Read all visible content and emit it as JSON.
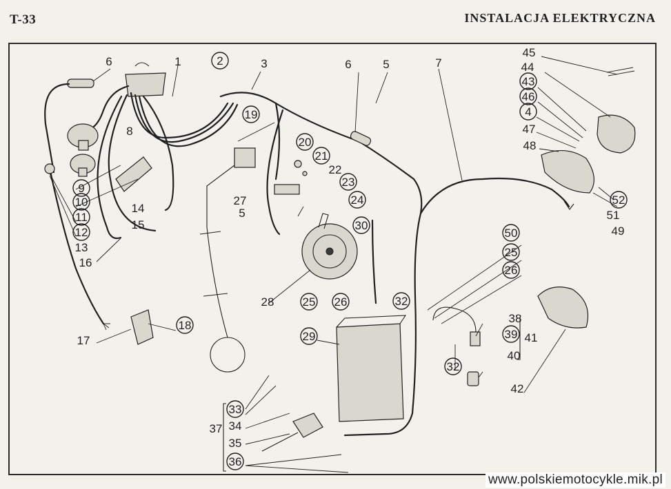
{
  "header": {
    "page_code": "T-33",
    "title": "INSTALACJA ELEKTRYCZNA"
  },
  "footer": {
    "website": "www.polskiemotocykle.mik.pl"
  },
  "callouts": [
    {
      "id": "c1",
      "text": "6",
      "circled": false
    },
    {
      "id": "c2",
      "text": "1",
      "circled": false
    },
    {
      "id": "c3",
      "text": "2",
      "circled": true
    },
    {
      "id": "c4",
      "text": "3",
      "circled": false
    },
    {
      "id": "c5",
      "text": "6",
      "circled": false
    },
    {
      "id": "c6",
      "text": "5",
      "circled": false
    },
    {
      "id": "c7",
      "text": "7",
      "circled": false
    },
    {
      "id": "c8",
      "text": "45",
      "circled": false
    },
    {
      "id": "c9",
      "text": "44",
      "circled": false
    },
    {
      "id": "c10",
      "text": "43",
      "circled": true
    },
    {
      "id": "c11",
      "text": "46",
      "circled": true
    },
    {
      "id": "c12",
      "text": "4",
      "circled": true
    },
    {
      "id": "c13",
      "text": "47",
      "circled": false
    },
    {
      "id": "c14",
      "text": "48",
      "circled": false
    },
    {
      "id": "c15",
      "text": "8",
      "circled": false
    },
    {
      "id": "c16",
      "text": "19",
      "circled": true
    },
    {
      "id": "c17",
      "text": "20",
      "circled": true
    },
    {
      "id": "c18",
      "text": "21",
      "circled": true
    },
    {
      "id": "c19",
      "text": "22",
      "circled": false
    },
    {
      "id": "c20",
      "text": "23",
      "circled": true
    },
    {
      "id": "c21",
      "text": "24",
      "circled": true
    },
    {
      "id": "c22",
      "text": "9",
      "circled": true
    },
    {
      "id": "c23",
      "text": "10",
      "circled": true
    },
    {
      "id": "c24",
      "text": "11",
      "circled": true
    },
    {
      "id": "c25",
      "text": "12",
      "circled": true
    },
    {
      "id": "c26",
      "text": "13",
      "circled": false
    },
    {
      "id": "c27",
      "text": "14",
      "circled": false
    },
    {
      "id": "c28",
      "text": "15",
      "circled": false
    },
    {
      "id": "c29",
      "text": "16",
      "circled": false
    },
    {
      "id": "c30",
      "text": "27",
      "circled": false
    },
    {
      "id": "c31",
      "text": "5",
      "circled": false
    },
    {
      "id": "c32",
      "text": "30",
      "circled": true
    },
    {
      "id": "c33",
      "text": "52",
      "circled": true
    },
    {
      "id": "c34",
      "text": "51",
      "circled": false
    },
    {
      "id": "c35",
      "text": "49",
      "circled": false
    },
    {
      "id": "c36",
      "text": "50",
      "circled": true
    },
    {
      "id": "c37",
      "text": "25",
      "circled": true
    },
    {
      "id": "c38",
      "text": "26",
      "circled": true
    },
    {
      "id": "c39",
      "text": "28",
      "circled": false
    },
    {
      "id": "c40",
      "text": "25",
      "circled": true
    },
    {
      "id": "c41",
      "text": "26",
      "circled": true
    },
    {
      "id": "c42",
      "text": "32",
      "circled": true
    },
    {
      "id": "c43",
      "text": "18",
      "circled": true
    },
    {
      "id": "c44",
      "text": "17",
      "circled": false
    },
    {
      "id": "c45",
      "text": "29",
      "circled": true
    },
    {
      "id": "c46",
      "text": "38",
      "circled": false
    },
    {
      "id": "c47",
      "text": "39",
      "circled": true
    },
    {
      "id": "c48",
      "text": "41",
      "circled": false
    },
    {
      "id": "c49",
      "text": "40",
      "circled": false
    },
    {
      "id": "c50",
      "text": "32",
      "circled": true
    },
    {
      "id": "c51",
      "text": "42",
      "circled": false
    },
    {
      "id": "c52",
      "text": "33",
      "circled": true
    },
    {
      "id": "c53",
      "text": "34",
      "circled": false
    },
    {
      "id": "c54",
      "text": "37",
      "circled": false
    },
    {
      "id": "c55",
      "text": "35",
      "circled": false
    },
    {
      "id": "c56",
      "text": "36",
      "circled": true
    }
  ]
}
